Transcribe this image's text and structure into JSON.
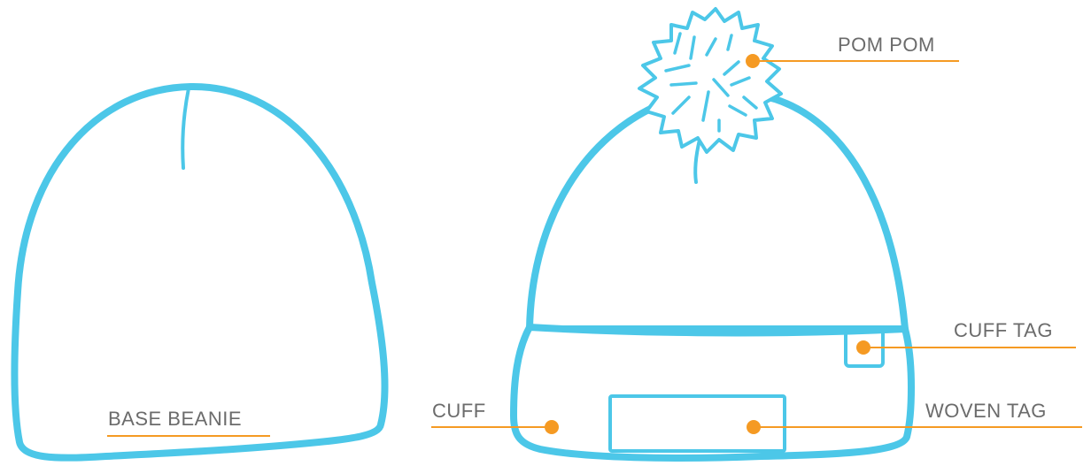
{
  "labels": {
    "base_beanie": "BASE BEANIE",
    "pom_pom": "POM POM",
    "cuff_tag": "CUFF TAG",
    "cuff": "CUFF",
    "woven_tag": "WOVEN TAG"
  },
  "colors": {
    "outline": "#4cc7e8",
    "callout": "#f59a23",
    "label_text": "#6b6b6b"
  }
}
